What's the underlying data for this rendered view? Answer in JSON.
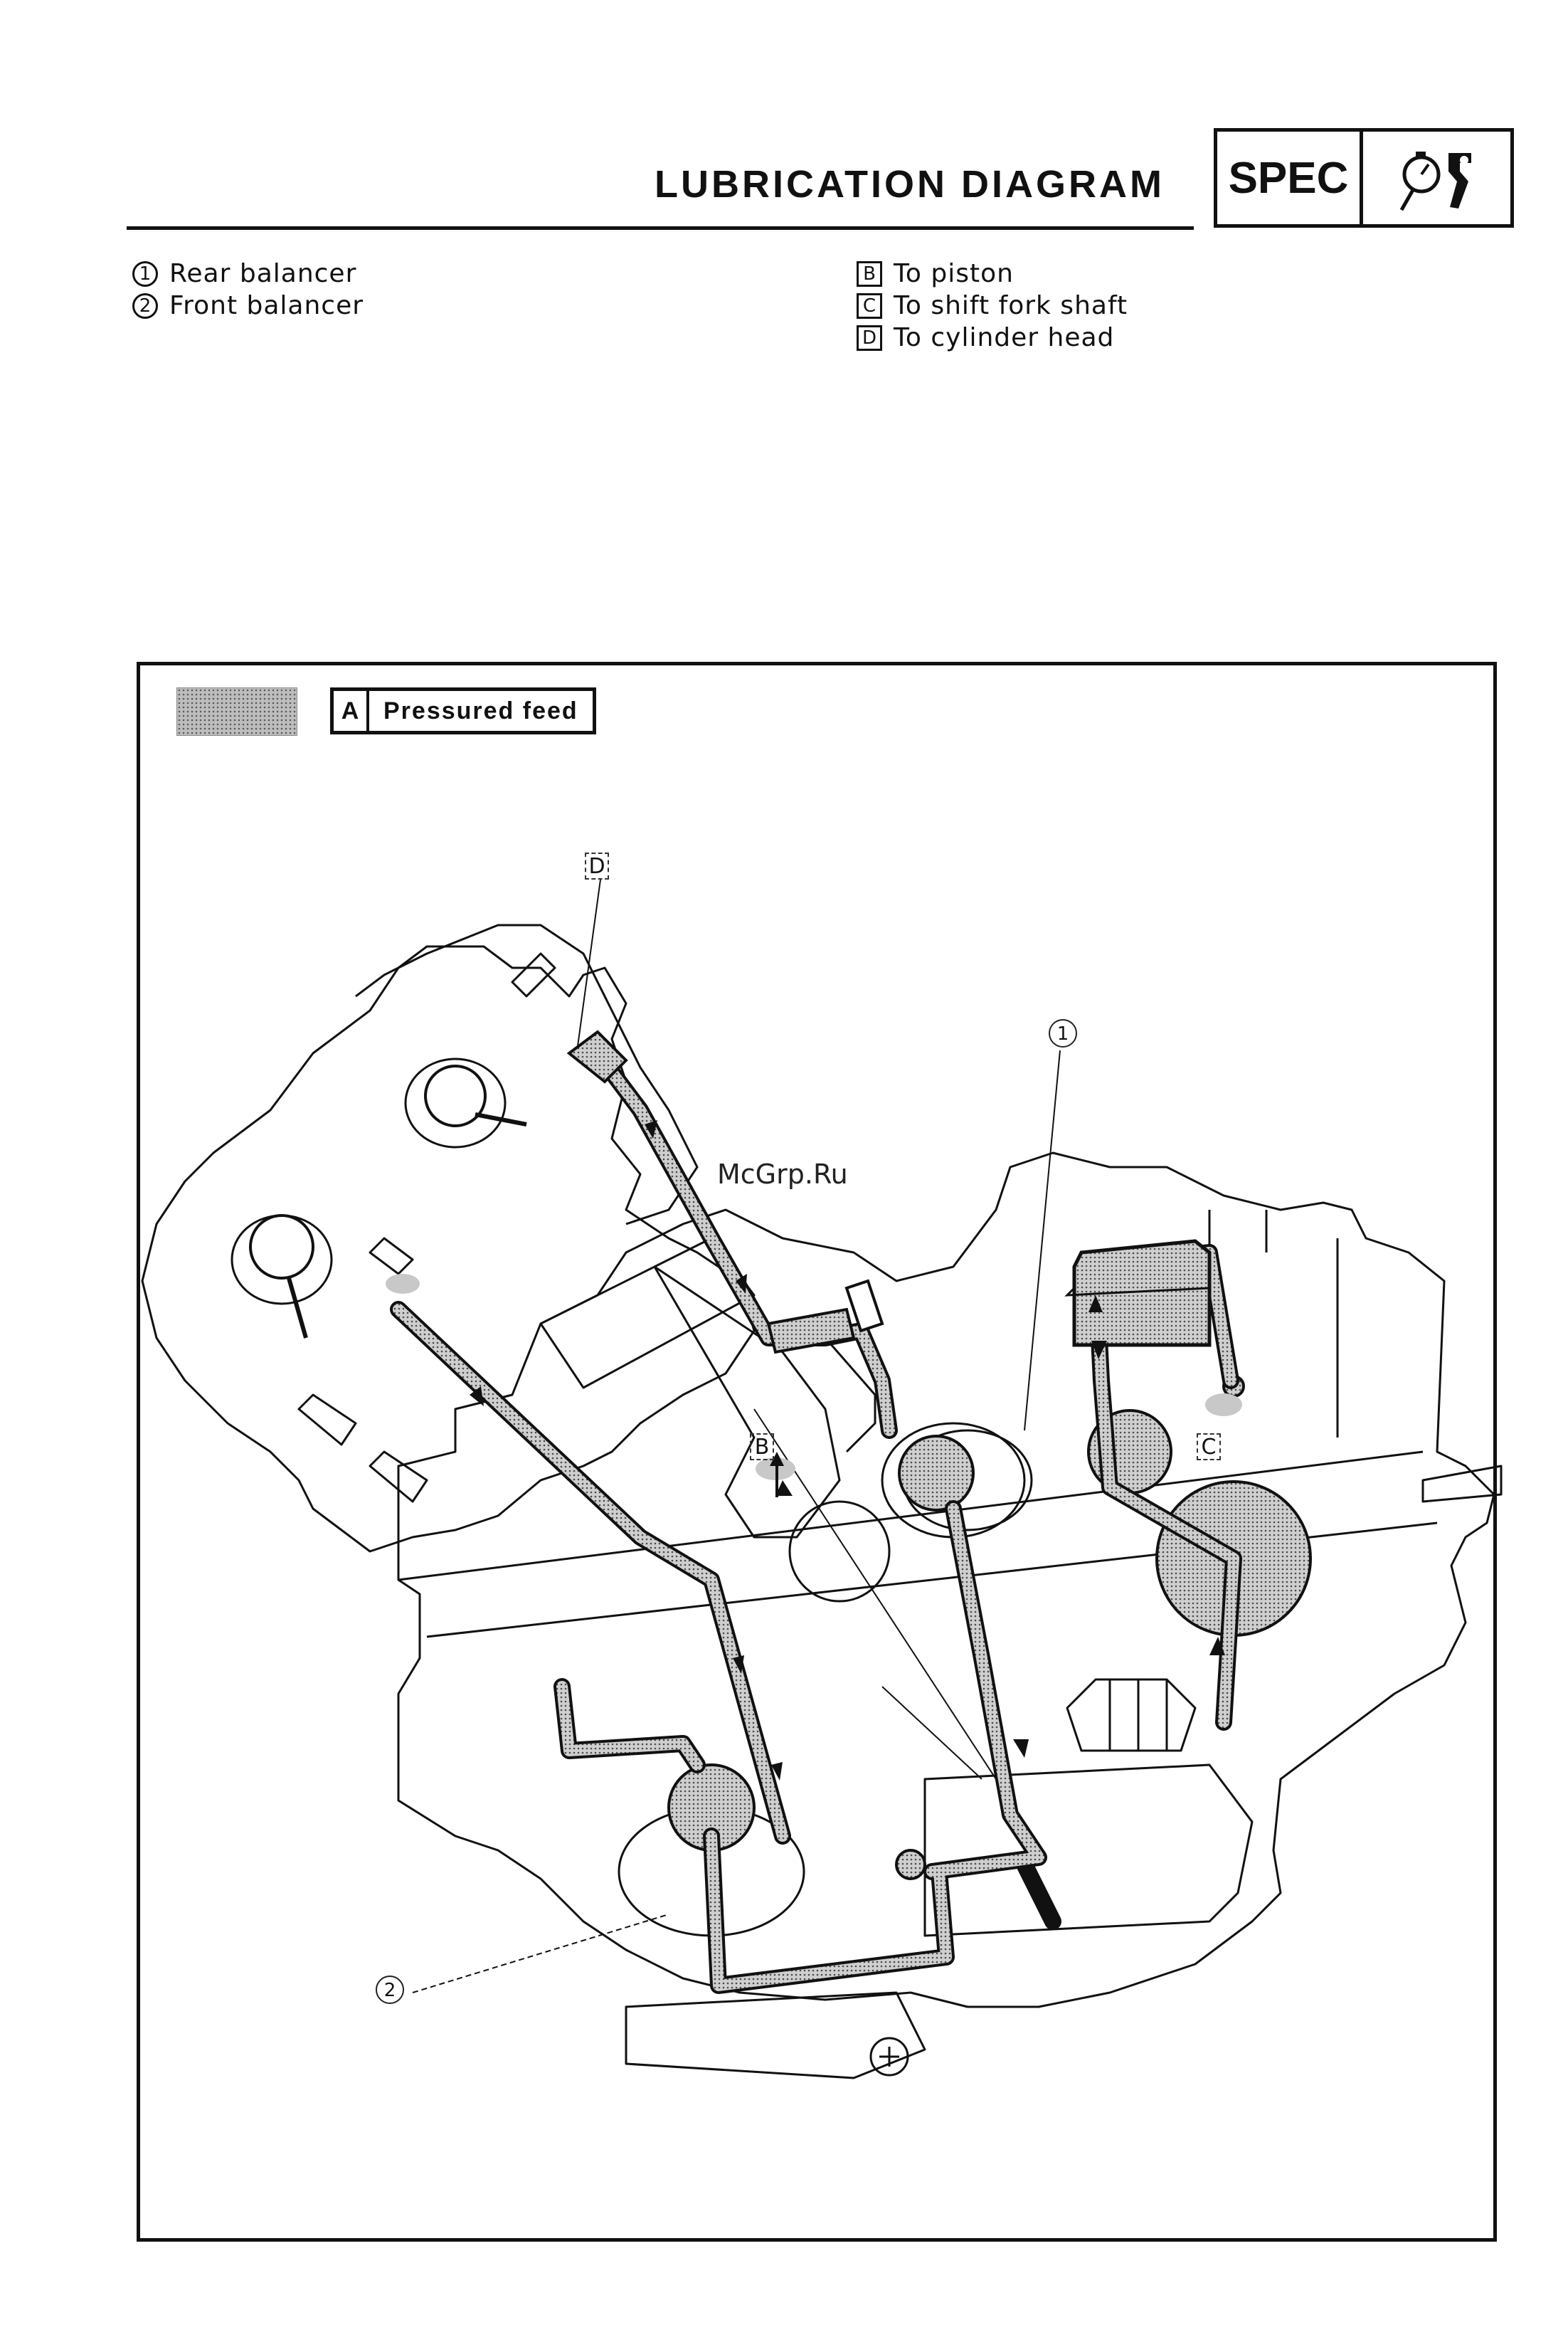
{
  "header": {
    "title": "LUBRICATION DIAGRAM",
    "section_tag": "SPEC",
    "section_icon": "dial-gauge-micrometer-icon"
  },
  "legend": {
    "numbered": [
      {
        "num": "1",
        "text": "Rear balancer"
      },
      {
        "num": "2",
        "text": "Front balancer"
      }
    ],
    "lettered": [
      {
        "letter": "B",
        "text": "To piston"
      },
      {
        "letter": "C",
        "text": "To shift fork shaft"
      },
      {
        "letter": "D",
        "text": "To cylinder head"
      }
    ]
  },
  "diagram": {
    "key": {
      "letter": "A",
      "label": "Pressured feed"
    },
    "callouts": {
      "b": "B",
      "c": "C",
      "d": "D",
      "n1": "1",
      "n2": "2"
    },
    "watermark": "McGrp.Ru",
    "colors": {
      "oil_fill": "#bdbdbd",
      "line": "#111111"
    }
  }
}
